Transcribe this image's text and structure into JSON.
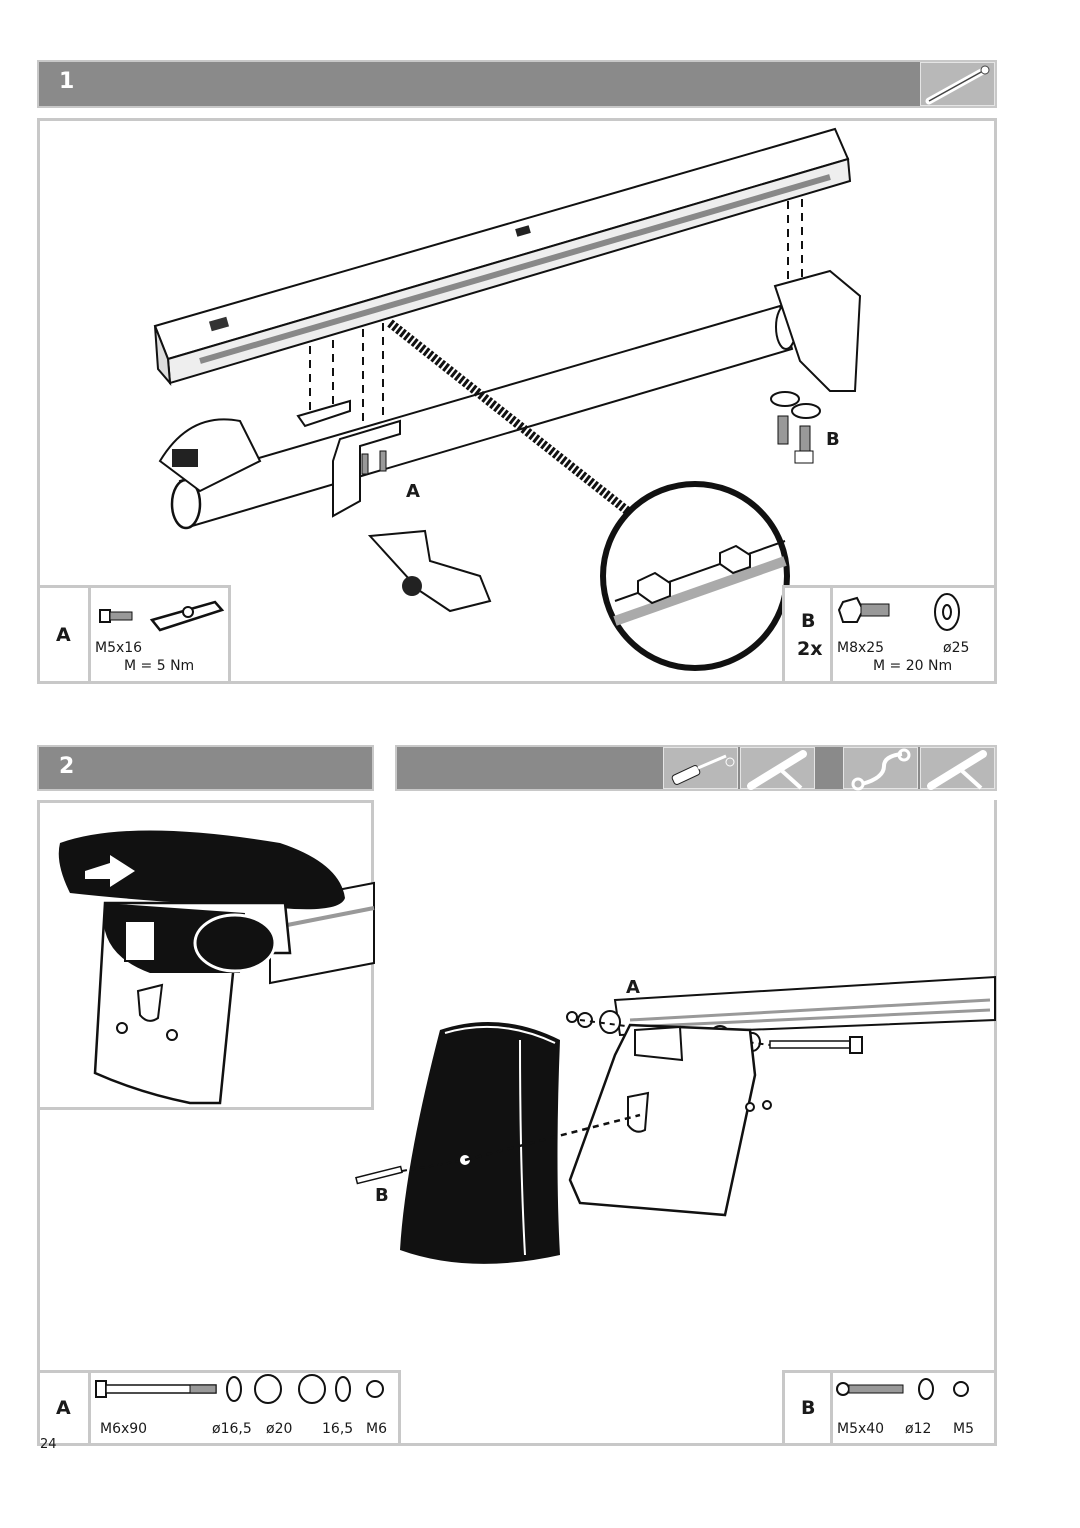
{
  "page_number": "24",
  "step1": {
    "number": "1",
    "callouts": {
      "a": "A",
      "b": "B"
    },
    "legend_a": {
      "letter": "A",
      "bolt": "M5x16",
      "torque": "M = 5 Nm"
    },
    "legend_b": {
      "letter": "B",
      "quantity": "2x",
      "bolt": "M8x25",
      "washer": "ø25",
      "torque": "M = 20 Nm"
    },
    "tools": [
      "allen-key-icon"
    ]
  },
  "step2": {
    "number": "2",
    "callouts": {
      "a": "A",
      "b": "B"
    },
    "legend_a": {
      "letter": "A",
      "bolt": "M6x90",
      "washer1": "ø16,5",
      "spacer1": "ø20",
      "spacer2": "16,5",
      "nut": "M6"
    },
    "legend_b": {
      "letter": "B",
      "screw": "M5x40",
      "washer": "ø12",
      "nut": "M5"
    },
    "tools": [
      "screwdriver-icon",
      "box-spanner-icon",
      "ring-spanner-icon",
      "box-spanner-icon"
    ]
  },
  "colors": {
    "header_bar": "#8a8a8a",
    "frame": "#c8c8c8",
    "tool_tile": "#b8b8b8"
  }
}
